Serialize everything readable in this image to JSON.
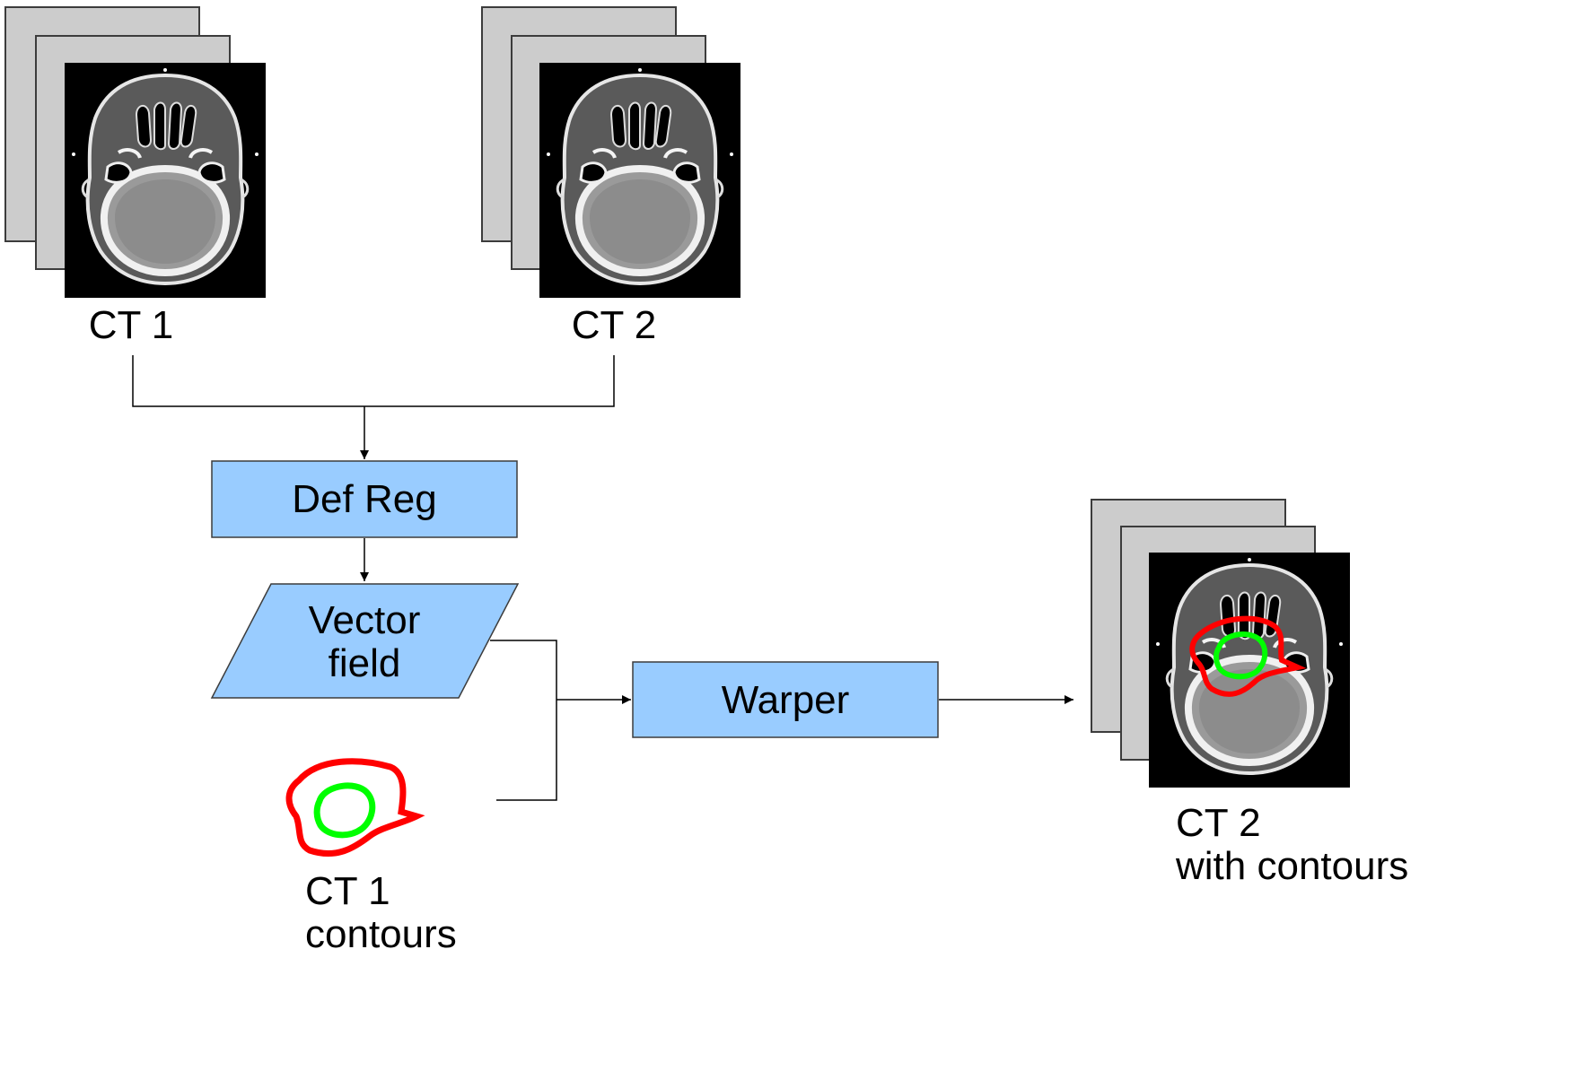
{
  "colors": {
    "box_fill": "#99ccff",
    "box_stroke": "#3c3c3c",
    "connector": "#000000",
    "stack_sheet": "#cccccc",
    "ct_background": "#000000",
    "outer_contour": "#ff0000",
    "inner_contour": "#00ff00"
  },
  "icons": {
    "ct_scan": "ct-slice-stack-icon",
    "contours": "contour-outline-icon"
  },
  "nodes": {
    "ct1": {
      "label": "CT 1"
    },
    "ct2": {
      "label": "CT 2"
    },
    "def_reg": {
      "label": "Def Reg"
    },
    "vector_field": {
      "line1": "Vector",
      "line2": "field"
    },
    "warper": {
      "label": "Warper"
    },
    "ct1_contours": {
      "line1": "CT 1",
      "line2": "contours"
    },
    "ct2_with_contours": {
      "line1": "CT 2",
      "line2": "with contours"
    }
  }
}
